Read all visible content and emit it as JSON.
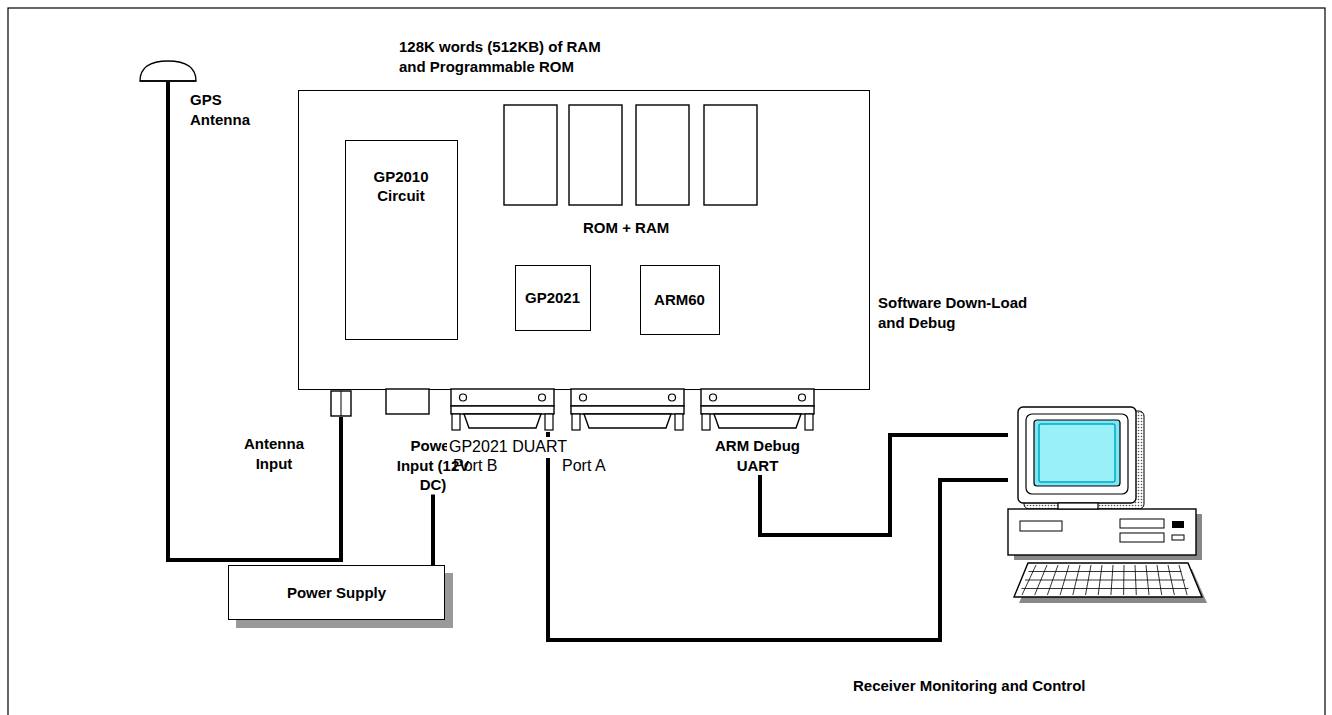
{
  "diagram": {
    "nodes": [
      {
        "text": [
          "128K words (512KB) of RAM and Programmable ROM"
        ]
      },
      {
        "text": [
          "GP2010 Circuit"
        ],
        "in": 0
      },
      {
        "text": [
          "GP2021"
        ],
        "in": 0
      },
      {
        "text": [
          "ARM60"
        ],
        "in": 0
      },
      {
        "text": [
          "GPS Antenna"
        ]
      },
      {
        "text": [
          "Antenna Input"
        ]
      },
      {
        "text": [
          "Power Input (12V DC)"
        ]
      },
      {
        "text": [
          "Power Supply"
        ]
      },
      {
        "text": [
          "Port B"
        ]
      },
      {
        "text": [
          "Port A"
        ]
      },
      {
        "text": [
          "ARM Debug UART"
        ]
      },
      {
        "text": [
          "Software Down-Load and Debug"
        ]
      }
    ],
    "edges": [
      {
        "from": 4,
        "to": 5,
        "arrow": "none"
      },
      {
        "from": 7,
        "to": 6,
        "arrow": "none"
      },
      {
        "from": 8,
        "to": 11,
        "label": "Receiver Monitoring and Control",
        "arrow": "none"
      },
      {
        "from": 10,
        "to": 11,
        "arrow": "none"
      }
    ],
    "labels": [
      "ROM + RAM",
      "GP2021 DUART"
    ]
  }
}
